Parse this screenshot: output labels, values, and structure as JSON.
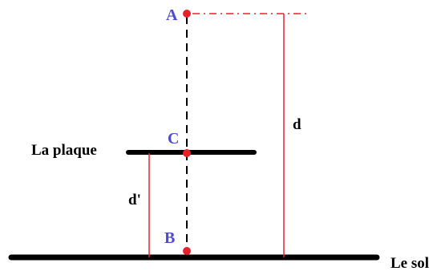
{
  "points": {
    "a": "A",
    "b": "B",
    "c": "C"
  },
  "labels": {
    "plate": "La plaque",
    "ground": "Le sol",
    "distance_d": "d",
    "distance_d_prime": "d'"
  },
  "colors": {
    "line": "#000000",
    "measure": "#e8202a",
    "point": "#e8202a",
    "point_label": "#4b4bd6"
  }
}
